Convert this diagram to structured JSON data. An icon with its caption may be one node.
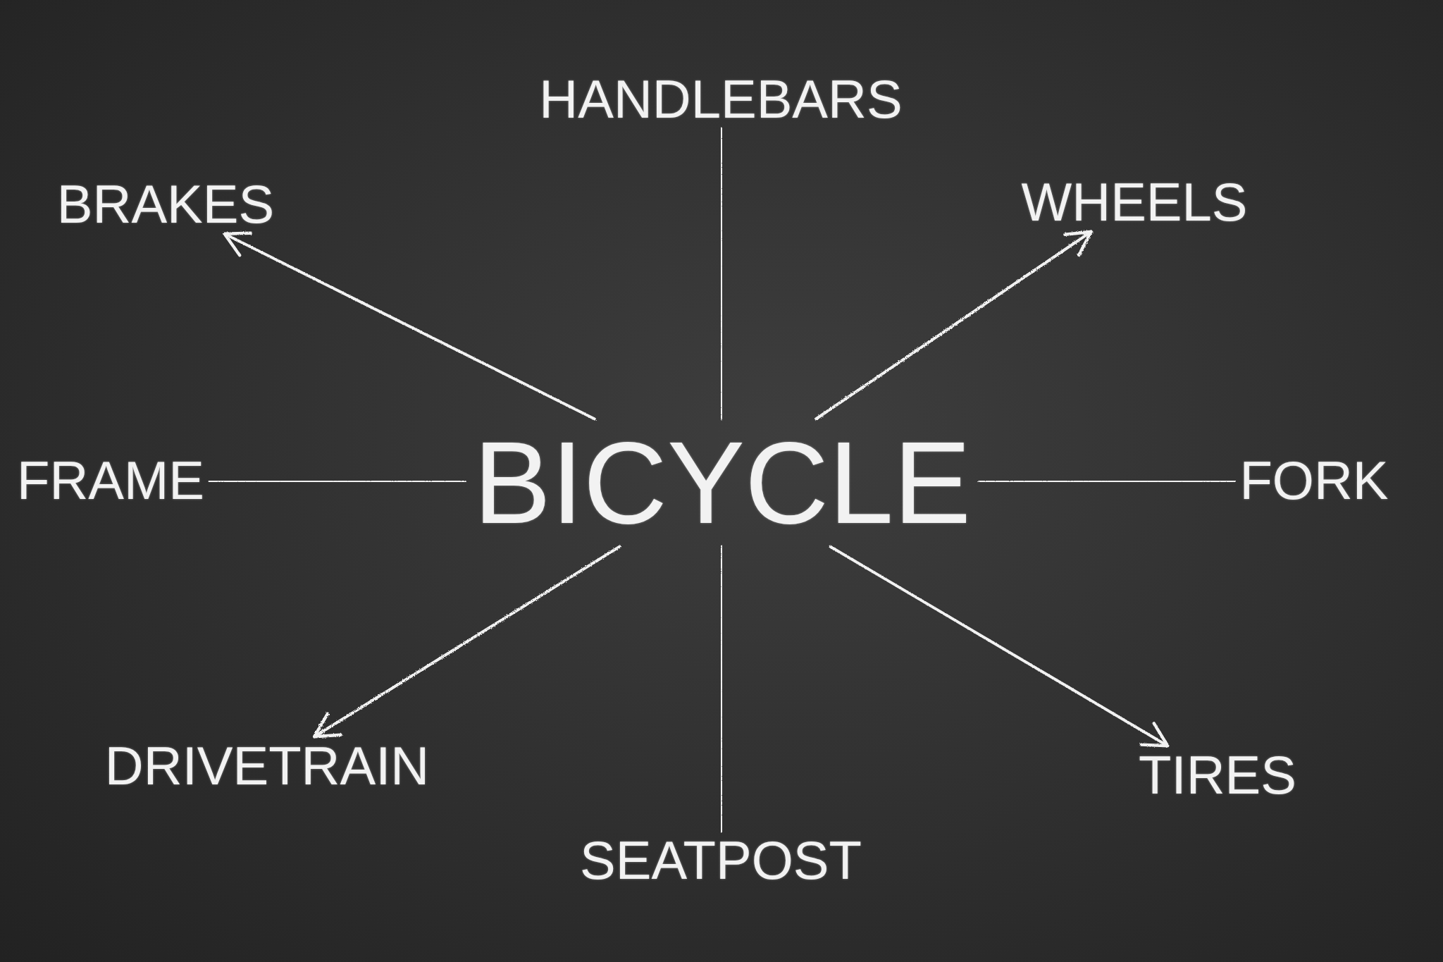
{
  "diagram": {
    "nodes": [
      {
        "text": [
          "HANDLEBARS"
        ]
      },
      {
        "text": [
          "BRAKES"
        ]
      },
      {
        "text": [
          "WHEELS"
        ]
      },
      {
        "text": [
          "FRAME"
        ]
      },
      {
        "text": [
          "BICYCLE"
        ]
      },
      {
        "text": [
          "FORK"
        ]
      },
      {
        "text": [
          "DRIVETRAIN"
        ]
      },
      {
        "text": [
          "TIRES"
        ]
      },
      {
        "text": [
          "SEATPOST"
        ]
      }
    ],
    "edges": [
      {
        "from": 4,
        "to": 0,
        "arrow": "to"
      },
      {
        "from": 4,
        "to": 1,
        "arrow": "to"
      },
      {
        "from": 4,
        "to": 2,
        "arrow": "to"
      },
      {
        "from": 4,
        "to": 3,
        "arrow": "to"
      },
      {
        "from": 4,
        "to": 5,
        "arrow": "to"
      },
      {
        "from": 4,
        "to": 6,
        "arrow": "to"
      },
      {
        "from": 4,
        "to": 8,
        "arrow": "to"
      },
      {
        "from": 4,
        "to": 7,
        "arrow": "to"
      }
    ]
  }
}
